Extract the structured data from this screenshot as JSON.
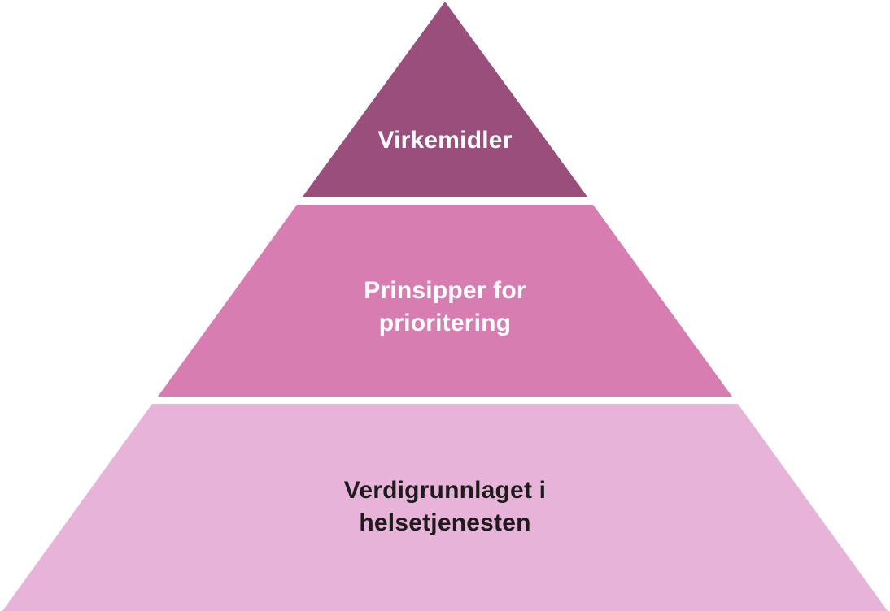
{
  "page": {
    "background_color": "#ffffff",
    "diagram_type": "pyramid",
    "divider_color": "#ffffff"
  },
  "pyramid": {
    "tiers": [
      {
        "position": "top",
        "label": "Virkemidler",
        "lines": [
          "Virkemidler"
        ],
        "fill": "#9a4e7b",
        "text_color": "#ffffff"
      },
      {
        "position": "middle",
        "label": "Prinsipper for prioritering",
        "lines": [
          "Prinsipper for",
          "prioritering"
        ],
        "fill": "#d77db2",
        "text_color": "#ffffff"
      },
      {
        "position": "bottom",
        "label": "Verdigrunnlaget i helsetjenesten",
        "lines": [
          "Verdigrunnlaget i",
          "helsetjenesten"
        ],
        "fill": "#e8b3d8",
        "text_color": "#1e1b1d"
      }
    ]
  }
}
